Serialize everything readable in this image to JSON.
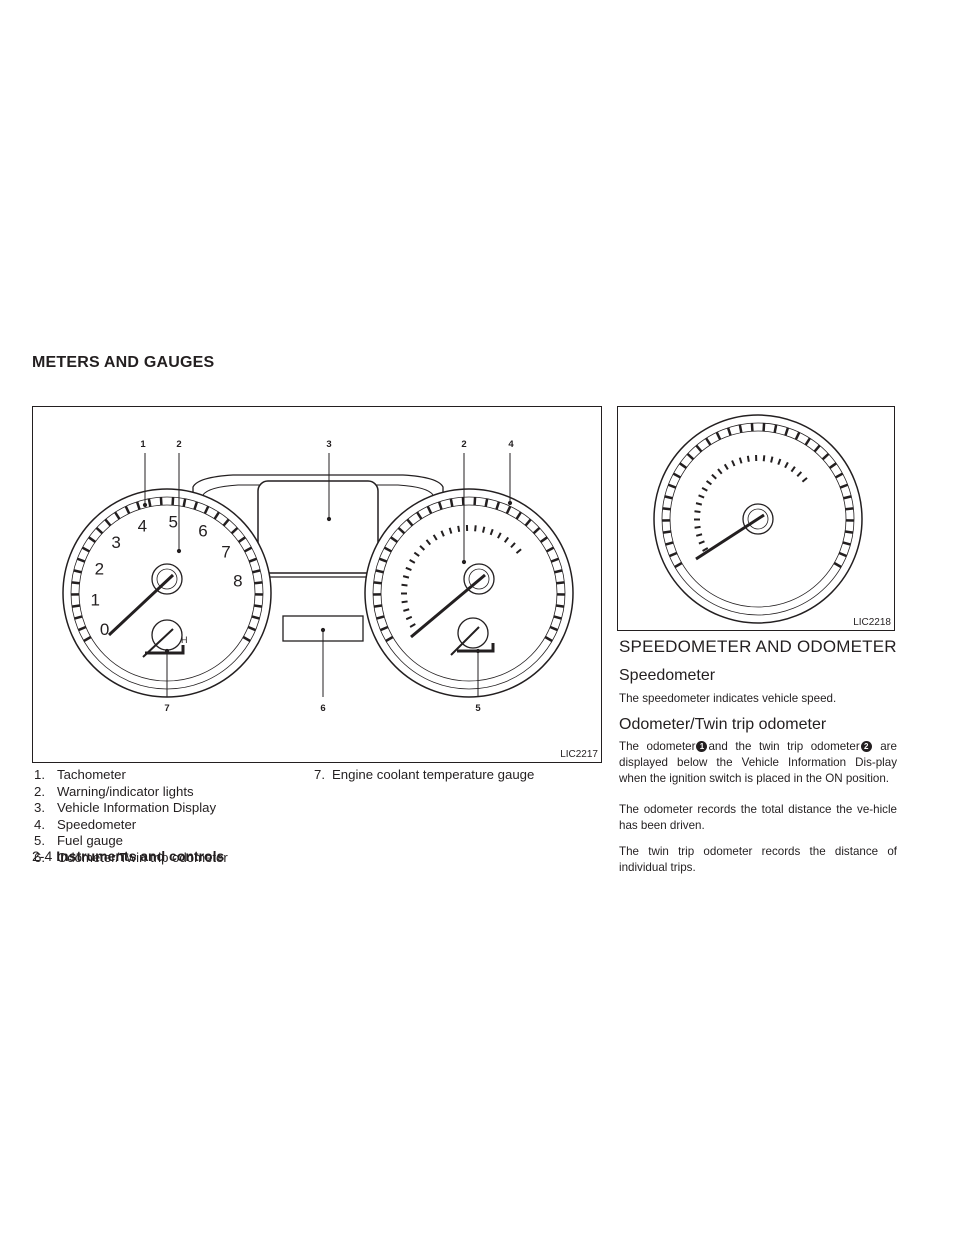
{
  "section_title": "METERS AND GAUGES",
  "figure1": {
    "code": "LIC2217",
    "callouts": [
      "1",
      "2",
      "3",
      "2",
      "4",
      "7",
      "6",
      "5"
    ],
    "tach_numbers": [
      "0",
      "1",
      "2",
      "3",
      "4",
      "5",
      "6",
      "7",
      "8"
    ],
    "temp_label": "H"
  },
  "figure2": {
    "code": "LIC2218"
  },
  "legend": {
    "items": [
      {
        "num": "1.",
        "text": "Tachometer"
      },
      {
        "num": "2.",
        "text": "Warning/indicator lights"
      },
      {
        "num": "3.",
        "text": "Vehicle Information Display"
      },
      {
        "num": "4.",
        "text": "Speedometer"
      },
      {
        "num": "5.",
        "text": "Fuel gauge"
      },
      {
        "num": "6.",
        "text": "Odometer/Twin trip odometer"
      },
      {
        "num": "7.",
        "text": "Engine coolant temperature gauge"
      }
    ]
  },
  "speedo_odo": {
    "heading": "SPEEDOMETER AND ODOMETER",
    "speedometer_heading": "Speedometer",
    "speedometer_text": "The speedometer indicates vehicle speed.",
    "odometer_heading": "Odometer/Twin trip odometer",
    "odometer_p1_a": "The odometer",
    "odometer_p1_mark1": "1",
    "odometer_p1_b": "and the twin trip odometer",
    "odometer_p1_mark2": "2",
    "odometer_p1_c": "are displayed below the Vehicle Information Dis-play when the ignition switch is placed in the ON position.",
    "odometer_p2": "The odometer records the total distance the ve-hicle has been driven.",
    "odometer_p3": "The twin trip odometer records the distance of individual trips."
  },
  "footer": {
    "page": "2-4",
    "chapter": "Instruments and controls"
  }
}
